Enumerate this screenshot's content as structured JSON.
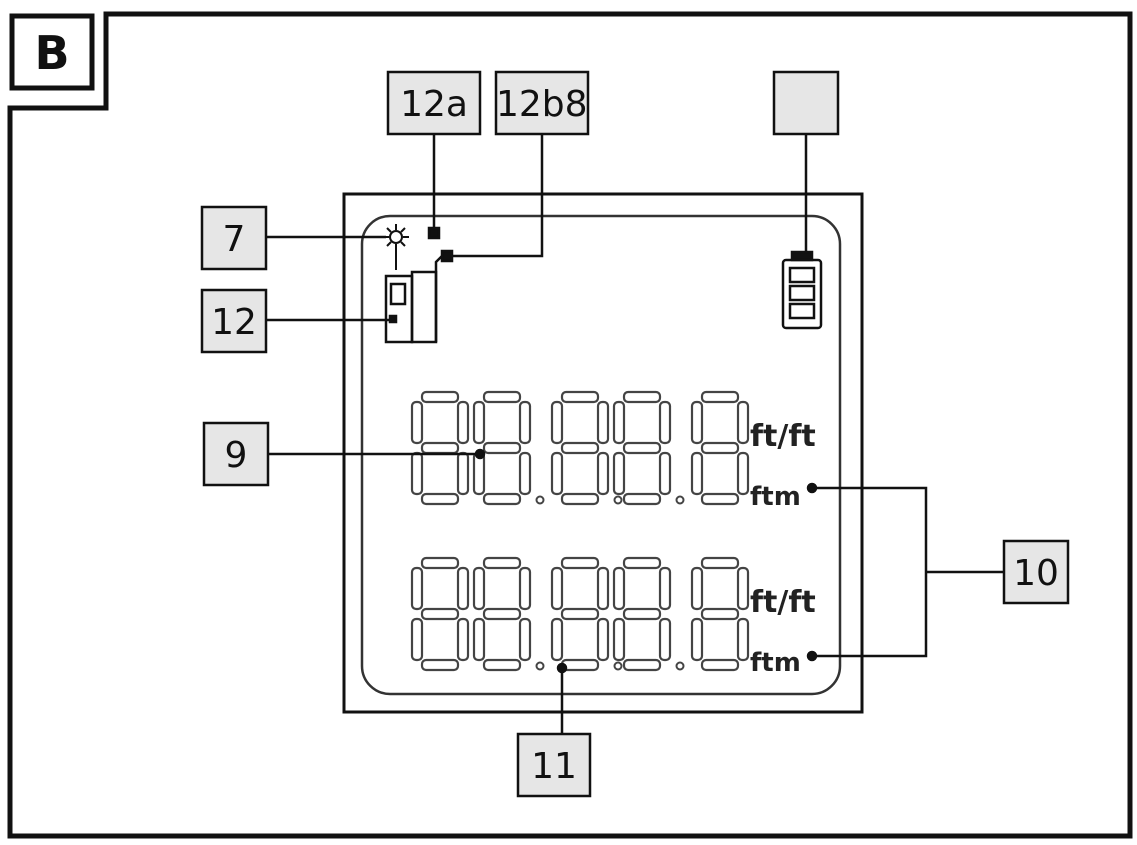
{
  "figure": {
    "panel_letter": "B",
    "callouts": {
      "c7": "7",
      "c12": "12",
      "c12a": "12a",
      "c12b": "12b8",
      "c9": "9",
      "c10": "10",
      "c11": "11",
      "battery": ""
    },
    "display": {
      "row1": {
        "unit_top": "ft/ft",
        "unit_bottom": "ftm"
      },
      "row2": {
        "unit_top": "ft/ft",
        "unit_bottom": "ftm"
      }
    }
  },
  "colors": {
    "line": "#111111",
    "box_fill": "#e6e6e6",
    "segment": "#444444"
  }
}
